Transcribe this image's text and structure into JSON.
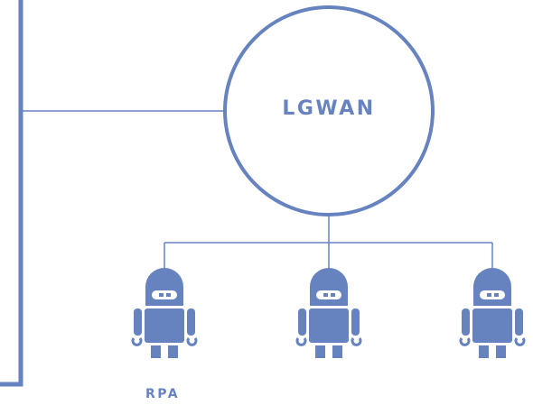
{
  "network": {
    "label": "LGWAN"
  },
  "robots": {
    "group_label": "RPA",
    "count": 3,
    "icon": "robot-icon"
  },
  "colors": {
    "primary": "#6683c0",
    "line": "#6683c0",
    "robot_eye_band": "#ffffff"
  }
}
